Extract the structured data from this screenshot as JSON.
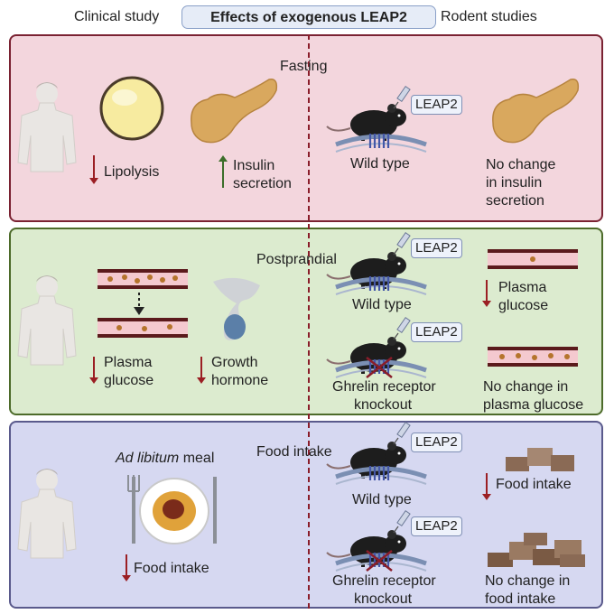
{
  "header": {
    "left": "Clinical study",
    "title": "Effects of exogenous LEAP2",
    "right": "Rodent studies"
  },
  "fasting": {
    "section": "Fasting",
    "lipolysis": "Lipolysis",
    "insulin_line1": "Insulin",
    "insulin_line2": "secretion",
    "leap2": "LEAP2",
    "wild_type": "Wild type",
    "nochange_line1": "No change",
    "nochange_line2": "in insulin",
    "nochange_line3": "secretion"
  },
  "postprandial": {
    "section": "Postprandial",
    "plasma_line1": "Plasma",
    "plasma_line2": "glucose",
    "gh_line1": "Growth",
    "gh_line2": "hormone",
    "leap2_a": "LEAP2",
    "wild_type": "Wild type",
    "rodent_plasma_line1": "Plasma",
    "rodent_plasma_line2": "glucose",
    "leap2_b": "LEAP2",
    "ko_line1": "Ghrelin receptor",
    "ko_line2": "knockout",
    "nochange_line1": "No change in",
    "nochange_line2": "plasma glucose"
  },
  "food": {
    "meal_italic": "Ad libitum",
    "meal_rest": " meal",
    "food_intake": "Food intake",
    "section": "Food intake",
    "leap2_a": "LEAP2",
    "wild_type": "Wild type",
    "rodent_food_intake": "Food intake",
    "leap2_b": "LEAP2",
    "ko_line1": "Ghrelin receptor",
    "ko_line2": "knockout",
    "nochange_line1": "No change in",
    "nochange_line2": "food intake"
  },
  "colors": {
    "down_arrow": "#9b1f24",
    "up_arrow": "#3c6e2a",
    "fasting_bg": "#f3d6dd",
    "postprandial_bg": "#dcebcf",
    "food_bg": "#d6d8f1"
  }
}
